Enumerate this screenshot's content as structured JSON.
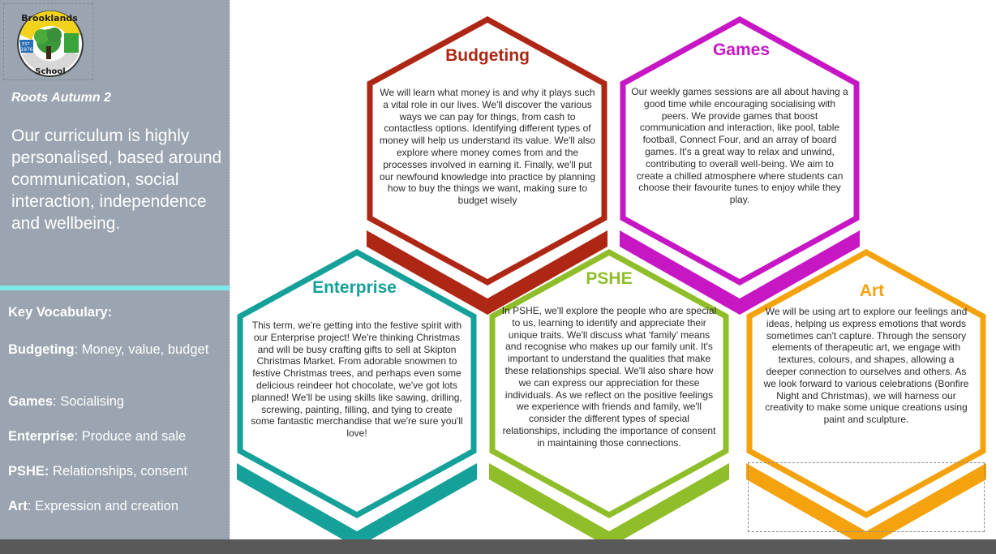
{
  "logo": {
    "name": "Brooklands",
    "sub": "School",
    "est": "EST",
    "year": "1976"
  },
  "sidebar": {
    "subtitle": "Roots Autumn 2",
    "intro": "Our curriculum is highly personalised, based around communication, social interaction, independence and wellbeing.",
    "vocab_heading": "Key Vocabulary:",
    "vocab": [
      {
        "term": "Budgeting",
        "sep": ": ",
        "words": "Money, value, budget"
      },
      {
        "term": "Games",
        "sep": ": ",
        "words": "Socialising"
      },
      {
        "term": "Enterprise",
        "sep": ": ",
        "words": "Produce and sale"
      },
      {
        "term": "PSHE:",
        "sep": " ",
        "words": "Relationships, consent"
      },
      {
        "term": "Art",
        "sep": ": ",
        "words": "Expression and creation"
      }
    ]
  },
  "topics": {
    "budgeting": {
      "title": "Budgeting",
      "color": "#ad2714",
      "body": "We will learn what money is and why it plays such a vital role in our lives. We'll discover the various ways we can pay for things, from cash to contactless options. Identifying different types of money will help us understand its value. We'll also explore where money comes from and the processes involved in earning it. Finally, we'll put our newfound knowledge into practice by planning how to buy the things we want, making sure to budget wisely"
    },
    "games": {
      "title": "Games",
      "color": "#c717c5",
      "body": "Our weekly games sessions are all about having a good time while encouraging socialising with peers. We provide games that boost communication and interaction, like pool, table football, Connect Four, and an array of board games. It's a great way to relax and unwind, contributing to overall well-being. We aim to create a chilled atmosphere where students can choose their favourite tunes to enjoy while they play."
    },
    "enterprise": {
      "title": "Enterprise",
      "color": "#15a09a",
      "body": "This term, we're getting into the festive spirit with our Enterprise project! We're thinking Christmas and will be busy crafting gifts to sell at Skipton Christmas Market. From adorable snowmen to festive Christmas trees, and perhaps even some delicious reindeer hot chocolate, we've got lots planned! We'll be using skills like sawing, drilling, screwing, painting, filling, and tying to create some fantastic merchandise that we're sure you'll love!"
    },
    "pshe": {
      "title": "PSHE",
      "color": "#8fbe2a",
      "body": "In PSHE, we'll explore the people who are special to us, learning to identify and appreciate their unique traits. We'll discuss what ‘family’ means and recognise who makes up our family unit. It's important to understand the qualities that make these relationships special. We'll also share how we can express our appreciation for these individuals. As we reflect on the positive feelings we experience with friends and family, we'll consider the different types of special relationships, including the importance of consent in maintaining those connections."
    },
    "art": {
      "title": "Art",
      "color": "#f5a20f",
      "body": "We will be using art to explore our feelings and ideas, helping us express emotions that words sometimes can't capture. Through the sensory elements of therapeutic art, we engage with textures, colours, and shapes, allowing a deeper connection to ourselves and others. As we look forward to various celebrations (Bonfire Night and Christmas), we will harness our creativity to make some unique creations using paint and sculpture."
    }
  }
}
